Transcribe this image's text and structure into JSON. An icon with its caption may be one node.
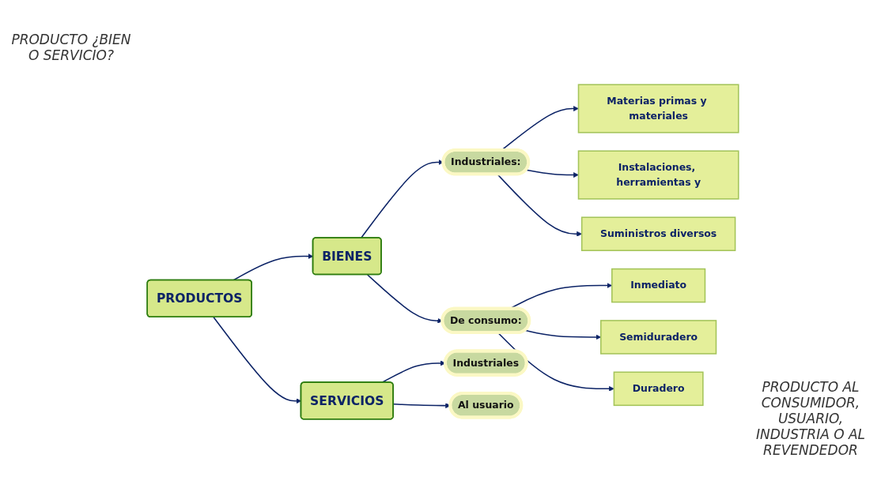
{
  "diagram": {
    "nodes": [
      {
        "text": [
          "PRODUCTOS"
        ]
      },
      {
        "text": [
          "BIENES"
        ]
      },
      {
        "text": [
          "SERVICIOS"
        ]
      },
      {
        "text": [
          "Industriales:"
        ]
      },
      {
        "text": [
          "De consumo:"
        ]
      },
      {
        "text": [
          "Industriales"
        ]
      },
      {
        "text": [
          "Al usuario"
        ]
      },
      {
        "text": [
          "Materias primas y materiales"
        ]
      },
      {
        "text": [
          "Instalaciones, herramientas y"
        ]
      },
      {
        "text": [
          "Suministros diversos"
        ]
      },
      {
        "text": [
          "Inmediato"
        ]
      },
      {
        "text": [
          "Semiduradero"
        ]
      },
      {
        "text": [
          "Duradero"
        ]
      }
    ],
    "edges": [
      {
        "from": 0,
        "to": 1,
        "arrow": "to"
      },
      {
        "from": 0,
        "to": 2,
        "arrow": "to"
      },
      {
        "from": 1,
        "to": 3,
        "arrow": "to"
      },
      {
        "from": 1,
        "to": 4,
        "arrow": "to"
      },
      {
        "from": 2,
        "to": 5,
        "arrow": "to"
      },
      {
        "from": 2,
        "to": 6,
        "arrow": "to"
      },
      {
        "from": 3,
        "to": 7,
        "arrow": "to"
      },
      {
        "from": 3,
        "to": 8,
        "arrow": "to"
      },
      {
        "from": 3,
        "to": 9,
        "arrow": "to"
      },
      {
        "from": 4,
        "to": 10,
        "arrow": "to"
      },
      {
        "from": 4,
        "to": 11,
        "arrow": "to"
      },
      {
        "from": 4,
        "to": 12,
        "arrow": "to"
      }
    ],
    "labels": [
      "PRODUCTO ¿BIEN O SERVICIO?",
      "PRODUCTO AL CONSUMIDOR, USUARIO, INDUSTRIA O AL REVENDEDOR"
    ]
  }
}
